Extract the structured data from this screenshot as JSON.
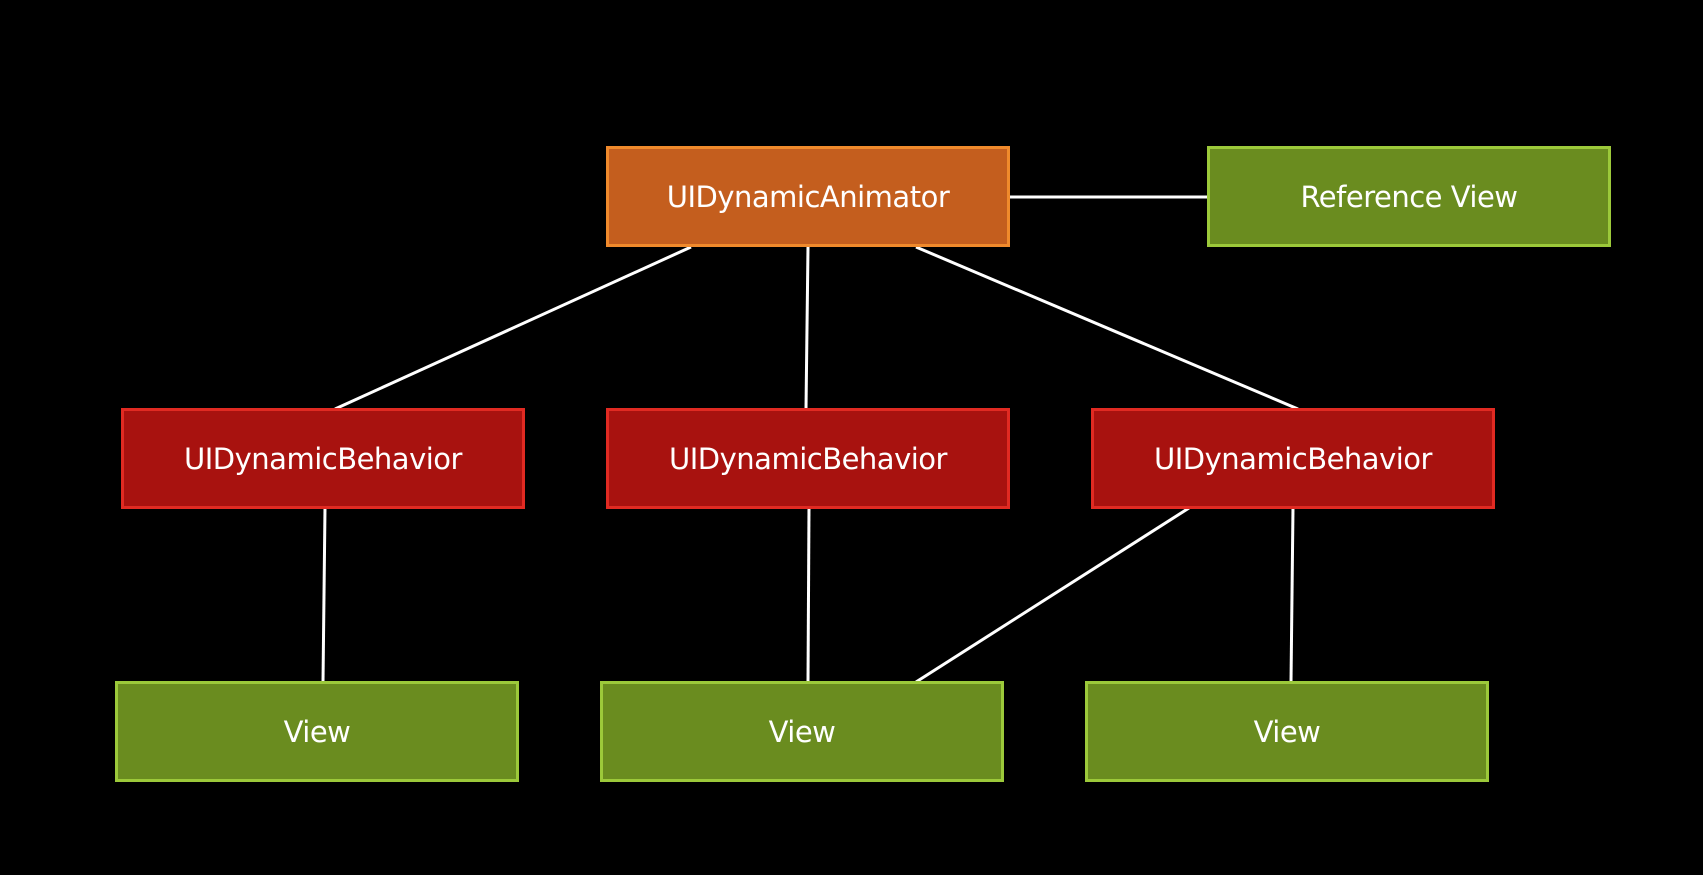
{
  "colors": {
    "background": "#000000",
    "animator_fill": "#c45e1e",
    "animator_border": "#f08a2c",
    "behavior_fill": "#a8120f",
    "behavior_border": "#e12a22",
    "view_fill": "#6a8c1f",
    "view_border": "#9cc93a",
    "connector": "#ffffff"
  },
  "nodes": {
    "animator": {
      "label": "UIDynamicAnimator"
    },
    "reference_view": {
      "label": "Reference View"
    },
    "behaviors": [
      {
        "label": "UIDynamicBehavior"
      },
      {
        "label": "UIDynamicBehavior"
      },
      {
        "label": "UIDynamicBehavior"
      }
    ],
    "views": [
      {
        "label": "View"
      },
      {
        "label": "View"
      },
      {
        "label": "View"
      }
    ]
  },
  "edges": [
    {
      "from": "animator",
      "to": "reference_view"
    },
    {
      "from": "animator",
      "to": "behavior-1"
    },
    {
      "from": "animator",
      "to": "behavior-2"
    },
    {
      "from": "animator",
      "to": "behavior-3"
    },
    {
      "from": "behavior-1",
      "to": "view-1"
    },
    {
      "from": "behavior-2",
      "to": "view-2"
    },
    {
      "from": "behavior-3",
      "to": "view-2"
    },
    {
      "from": "behavior-3",
      "to": "view-3"
    }
  ]
}
